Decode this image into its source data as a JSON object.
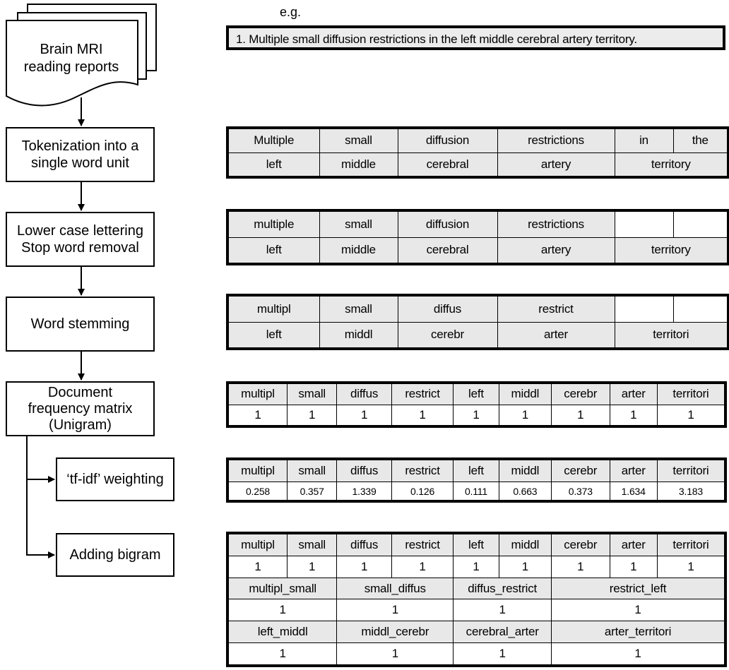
{
  "flow": {
    "reports": "Brain MRI\nreading reports",
    "tokenization": "Tokenization into a\nsingle word unit",
    "lowercase": "Lower case lettering\nStop word removal",
    "stemming": "Word stemming",
    "matrix": "Document\nfrequency matrix\n(Unigram)",
    "tfidf": "‘tf-idf’ weighting",
    "bigram": "Adding bigram"
  },
  "example": {
    "label": "e.g.",
    "sentence": "1. Multiple small diffusion restrictions in the left middle cerebral artery territory."
  },
  "tokens": {
    "row1": [
      "Multiple",
      "small",
      "diffusion",
      "restrictions",
      "in",
      "the"
    ],
    "row2": [
      "left",
      "middle",
      "cerebral",
      "artery",
      "territory"
    ]
  },
  "lowercase": {
    "row1": [
      "multiple",
      "small",
      "diffusion",
      "restrictions",
      "",
      ""
    ],
    "row2": [
      "left",
      "middle",
      "cerebral",
      "artery",
      "territory"
    ]
  },
  "stemmed": {
    "row1": [
      "multipl",
      "small",
      "diffus",
      "restrict",
      "",
      ""
    ],
    "row2": [
      "left",
      "middl",
      "cerebr",
      "arter",
      "territori"
    ]
  },
  "unigram": {
    "terms": [
      "multipl",
      "small",
      "diffus",
      "restrict",
      "left",
      "middl",
      "cerebr",
      "arter",
      "territori"
    ],
    "counts": [
      "1",
      "1",
      "1",
      "1",
      "1",
      "1",
      "1",
      "1",
      "1"
    ]
  },
  "tfidf": {
    "terms": [
      "multipl",
      "small",
      "diffus",
      "restrict",
      "left",
      "middl",
      "cerebr",
      "arter",
      "territori"
    ],
    "weights": [
      "0.258",
      "0.357",
      "1.339",
      "0.126",
      "0.111",
      "0.663",
      "0.373",
      "1.634",
      "3.183"
    ]
  },
  "bigram": {
    "terms": [
      "multipl",
      "small",
      "diffus",
      "restrict",
      "left",
      "middl",
      "cerebr",
      "arter",
      "territori"
    ],
    "counts": [
      "1",
      "1",
      "1",
      "1",
      "1",
      "1",
      "1",
      "1",
      "1"
    ],
    "pairs1": [
      "multipl_small",
      "small_diffus",
      "diffus_restrict",
      "restrict_left"
    ],
    "pairs1_counts": [
      "1",
      "1",
      "1",
      "1"
    ],
    "pairs2": [
      "left_middl",
      "middl_cerebr",
      "cerebral_arter",
      "arter_territori"
    ],
    "pairs2_counts": [
      "1",
      "1",
      "1",
      "1"
    ]
  }
}
